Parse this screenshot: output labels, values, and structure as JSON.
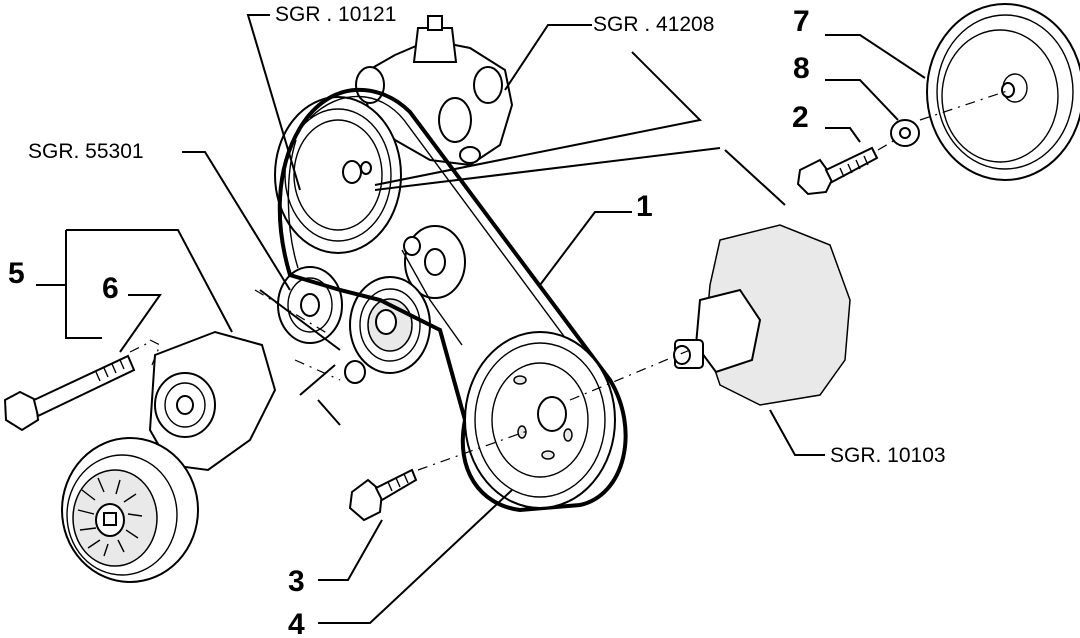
{
  "labels": {
    "ref_10121": "SGR . 10121",
    "ref_41208": "SGR . 41208",
    "ref_55301": "SGR. 55301",
    "ref_10103": "SGR. 10103",
    "n1": "1",
    "n2": "2",
    "n3": "3",
    "n4": "4",
    "n5": "5",
    "n6": "6",
    "n7": "7",
    "n8": "8"
  }
}
